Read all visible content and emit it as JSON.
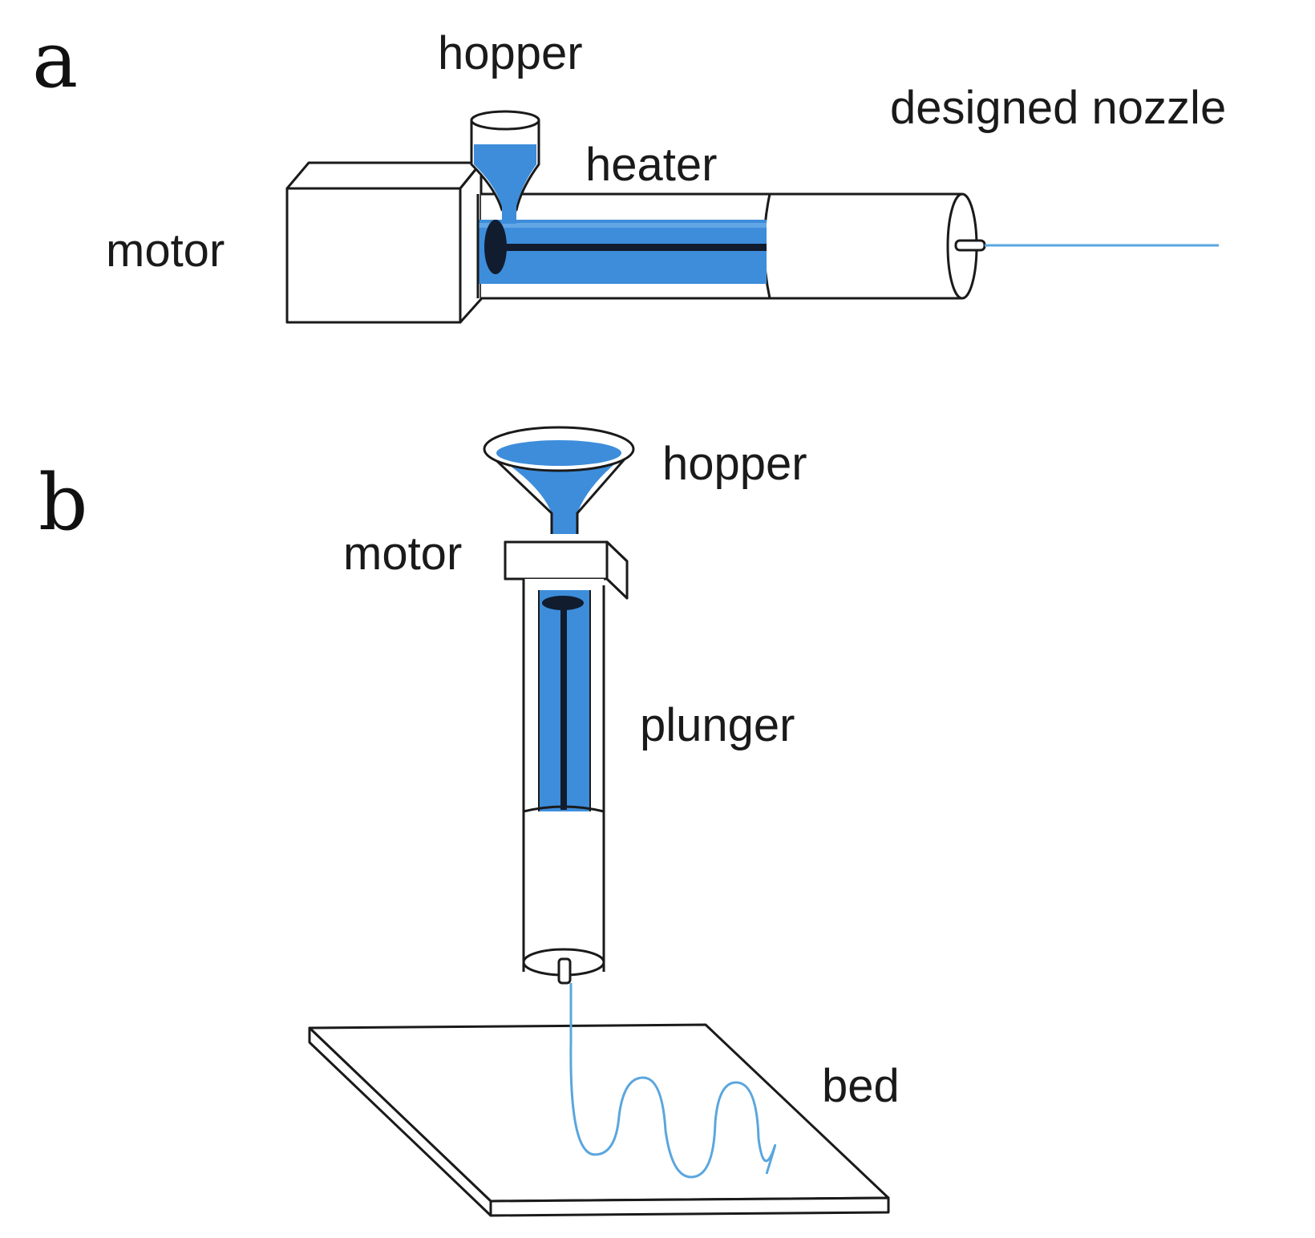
{
  "colors": {
    "material": "#3d8ddb",
    "material_light": "#7cb8ec",
    "filament": "#5aa6de",
    "rod": "#0e1a2e",
    "outline": "#1a1a1a"
  },
  "panel_a": {
    "letter": "a",
    "labels": {
      "hopper": "hopper",
      "designed_nozzle": "designed nozzle",
      "heater": "heater",
      "motor": "motor"
    }
  },
  "panel_b": {
    "letter": "b",
    "labels": {
      "hopper": "hopper",
      "motor": "motor",
      "plunger": "plunger",
      "bed": "bed"
    }
  }
}
